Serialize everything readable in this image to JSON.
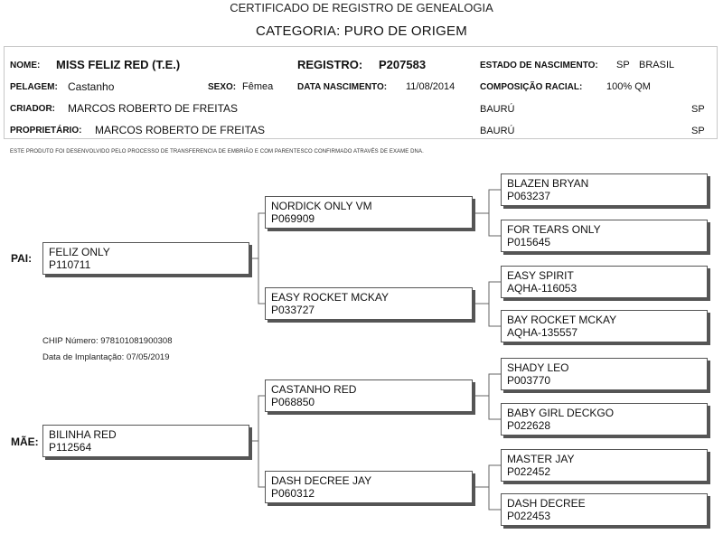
{
  "header": {
    "title": "CERTIFICADO DE REGISTRO DE GENEALOGIA",
    "category": "CATEGORIA: PURO DE ORIGEM"
  },
  "info": {
    "nome_label": "NOME:",
    "nome": "MISS FELIZ RED (T.E.)",
    "registro_label": "REGISTRO:",
    "registro": "P207583",
    "estado_label": "ESTADO DE NASCIMENTO:",
    "estado_uf": "SP",
    "estado_pais": "BRASIL",
    "pelagem_label": "PELAGEM:",
    "pelagem": "Castanho",
    "sexo_label": "SEXO:",
    "sexo": "Fêmea",
    "nascimento_label": "DATA NASCIMENTO:",
    "nascimento": "11/08/2014",
    "composicao_label": "COMPOSIÇÃO RACIAL:",
    "composicao": "100% QM",
    "criador_label": "CRIADOR:",
    "criador": "MARCOS ROBERTO DE FREITAS",
    "criador_cidade": "BAURÚ",
    "criador_uf": "SP",
    "proprietario_label": "PROPRIETÁRIO:",
    "proprietario": "MARCOS ROBERTO DE FREITAS",
    "proprietario_cidade": "BAURÚ",
    "proprietario_uf": "SP"
  },
  "note": "ESTE PRODUTO FOI DESENVOLVIDO PELO PROCESSO DE TRANSFERENCIA DE EMBRIÃO E COM PARENTESCO CONFIRMADO ATRAVÉS DE EXAME DNA.",
  "chip": {
    "numero": "CHIP Número: 978101081900308",
    "implantacao": "Data de Implantação: 07/05/2019"
  },
  "pedigree": {
    "pai_label": "PAI:",
    "mae_label": "MÃE:",
    "sire": {
      "name": "FELIZ ONLY",
      "reg": "P110711"
    },
    "dam": {
      "name": "BILINHA RED",
      "reg": "P112564"
    },
    "ss": {
      "name": "NORDICK ONLY VM",
      "reg": "P069909"
    },
    "sd": {
      "name": "EASY ROCKET MCKAY",
      "reg": "P033727"
    },
    "ds": {
      "name": "CASTANHO RED",
      "reg": "P068850"
    },
    "dd": {
      "name": "DASH DECREE JAY",
      "reg": "P060312"
    },
    "sss": {
      "name": "BLAZEN BRYAN",
      "reg": "P063237"
    },
    "ssd": {
      "name": "FOR TEARS ONLY",
      "reg": "P015645"
    },
    "sds": {
      "name": "EASY SPIRIT",
      "reg": "AQHA-116053"
    },
    "sdd": {
      "name": "BAY ROCKET MCKAY",
      "reg": "AQHA-135557"
    },
    "dss": {
      "name": "SHADY LEO",
      "reg": "P003770"
    },
    "dsd": {
      "name": "BABY GIRL DECKGO",
      "reg": "P022628"
    },
    "dds": {
      "name": "MASTER JAY",
      "reg": "P022452"
    },
    "ddd": {
      "name": "DASH DECREE",
      "reg": "P022453"
    }
  }
}
